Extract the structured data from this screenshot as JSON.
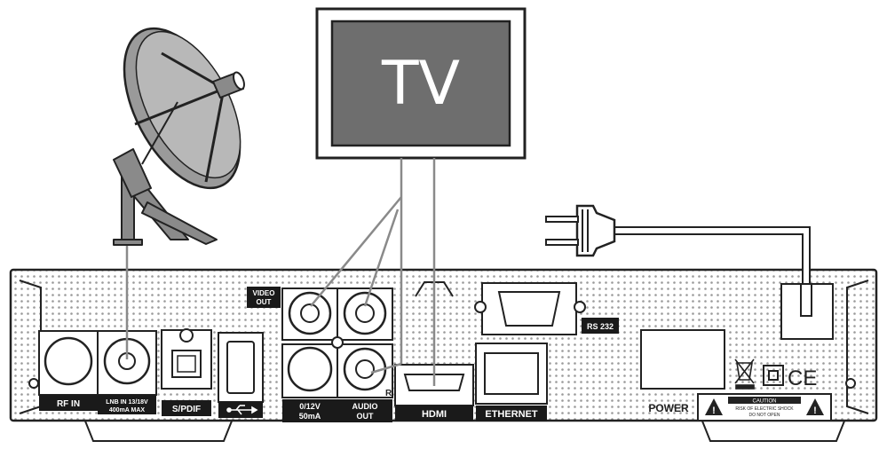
{
  "tv": {
    "label": "TV"
  },
  "ports": {
    "rf_in": "RF IN",
    "lnb_in_line1": "LNB IN 13/18V",
    "lnb_in_line2": "400mA MAX",
    "spdif": "S/PDIF",
    "video_out_line1": "VIDEO",
    "video_out_line2": "OUT",
    "dc_line1": "0/12V",
    "dc_line2": "50mA",
    "audio_out_line1": "AUDIO",
    "audio_out_line2": "OUT",
    "audio_r": "R",
    "hdmi": "HDMI",
    "ethernet": "ETHERNET",
    "rs232": "RS 232",
    "power": "POWER"
  },
  "caution": {
    "title": "CAUTION",
    "line1": "RISK OF ELECTRIC SHOCK",
    "line2": "DO NOT OPEN"
  },
  "marks": {
    "ce": "CE"
  },
  "colors": {
    "line": "#222222",
    "cable": "#8a8a8a",
    "screen": "#6e6e6e",
    "label_bg": "#1a1a1a"
  },
  "icons": [
    "satellite-dish-icon",
    "power-plug-icon",
    "usb-icon",
    "weee-bin-icon",
    "double-insulation-icon",
    "warning-triangle-icon"
  ]
}
